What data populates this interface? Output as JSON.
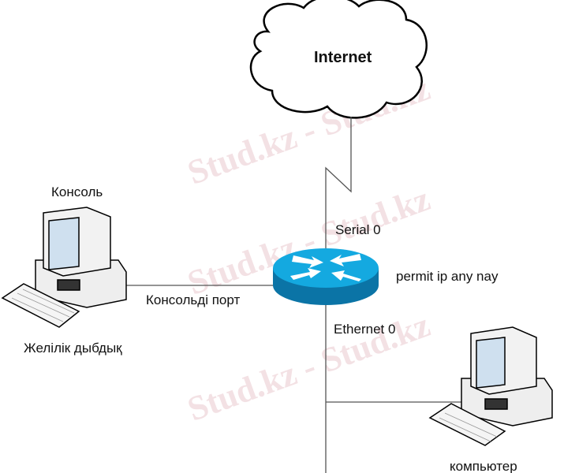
{
  "watermark": "Stud.kz - Stud.kz",
  "cloud": {
    "label": "Internet"
  },
  "router": {
    "serial_label": "Serial 0",
    "ethernet_label": "Ethernet 0",
    "acl_label": "permit ip any nay"
  },
  "console_pc": {
    "title": "Консоль",
    "link_label": "Консольді порт",
    "caption": "Желілік дыбдық"
  },
  "lan_pc": {
    "caption": "компьютер"
  },
  "colors": {
    "router_top": "#14a9e0",
    "router_side": "#0b74a6",
    "line": "#555555"
  }
}
